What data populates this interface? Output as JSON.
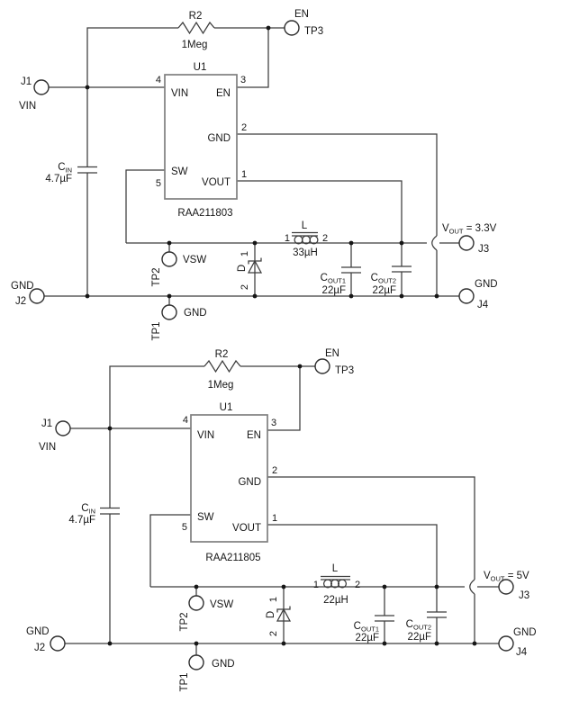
{
  "colors": {
    "wire": "#3c3c3c",
    "ic_box": "#7f7f7f",
    "text": "#161616",
    "background": "#ffffff"
  },
  "circuits": [
    {
      "ic": {
        "refdes": "U1",
        "part": "RAA211803",
        "pin_vin": {
          "num": "4",
          "name": "VIN"
        },
        "pin_en": {
          "num": "3",
          "name": "EN"
        },
        "pin_gnd": {
          "num": "2",
          "name": "GND"
        },
        "pin_vout": {
          "num": "1",
          "name": "VOUT"
        },
        "pin_sw": {
          "num": "5",
          "name": "SW"
        }
      },
      "resistor": {
        "refdes": "R2",
        "value": "1Meg"
      },
      "cin": {
        "refdes_prefix": "C",
        "refdes_sub": "IN",
        "value": "4.7µF"
      },
      "inductor": {
        "refdes": "L",
        "value": "33µH",
        "pin1": "1",
        "pin2": "2"
      },
      "diode": {
        "refdes": "D",
        "pin1": "1",
        "pin2": "2"
      },
      "cout1": {
        "refdes_prefix": "C",
        "refdes_sub": "OUT1",
        "value": "22µF"
      },
      "cout2": {
        "refdes_prefix": "C",
        "refdes_sub": "OUT2",
        "value": "22µF"
      },
      "j1": {
        "refdes": "J1",
        "signal": "VIN"
      },
      "j2": {
        "refdes": "J2",
        "signal": "GND"
      },
      "j3": {
        "refdes": "J3",
        "vout_prefix": "V",
        "vout_sub": "OUT",
        "vout_rest": " = 3.3V"
      },
      "j4": {
        "refdes": "J4",
        "signal": "GND"
      },
      "tp3": {
        "refdes": "TP3",
        "signal": "EN"
      },
      "tp2": {
        "refdes": "TP2",
        "signal": "VSW"
      },
      "tp1": {
        "refdes": "TP1",
        "signal": "GND"
      }
    },
    {
      "ic": {
        "refdes": "U1",
        "part": "RAA211805",
        "pin_vin": {
          "num": "4",
          "name": "VIN"
        },
        "pin_en": {
          "num": "3",
          "name": "EN"
        },
        "pin_gnd": {
          "num": "2",
          "name": "GND"
        },
        "pin_vout": {
          "num": "1",
          "name": "VOUT"
        },
        "pin_sw": {
          "num": "5",
          "name": "SW"
        }
      },
      "resistor": {
        "refdes": "R2",
        "value": "1Meg"
      },
      "cin": {
        "refdes_prefix": "C",
        "refdes_sub": "IN",
        "value": "4.7µF"
      },
      "inductor": {
        "refdes": "L",
        "value": "22µH",
        "pin1": "1",
        "pin2": "2"
      },
      "diode": {
        "refdes": "D",
        "pin1": "1",
        "pin2": "2"
      },
      "cout1": {
        "refdes_prefix": "C",
        "refdes_sub": "OUT1",
        "value": "22µF"
      },
      "cout2": {
        "refdes_prefix": "C",
        "refdes_sub": "OUT2",
        "value": "22µF"
      },
      "j1": {
        "refdes": "J1",
        "signal": "VIN"
      },
      "j2": {
        "refdes": "J2",
        "signal": "GND"
      },
      "j3": {
        "refdes": "J3",
        "vout_prefix": "V",
        "vout_sub": "OUT",
        "vout_rest": " = 5V"
      },
      "j4": {
        "refdes": "J4",
        "signal": "GND"
      },
      "tp3": {
        "refdes": "TP3",
        "signal": "EN"
      },
      "tp2": {
        "refdes": "TP2",
        "signal": "VSW"
      },
      "tp1": {
        "refdes": "TP1",
        "signal": "GND"
      }
    }
  ]
}
